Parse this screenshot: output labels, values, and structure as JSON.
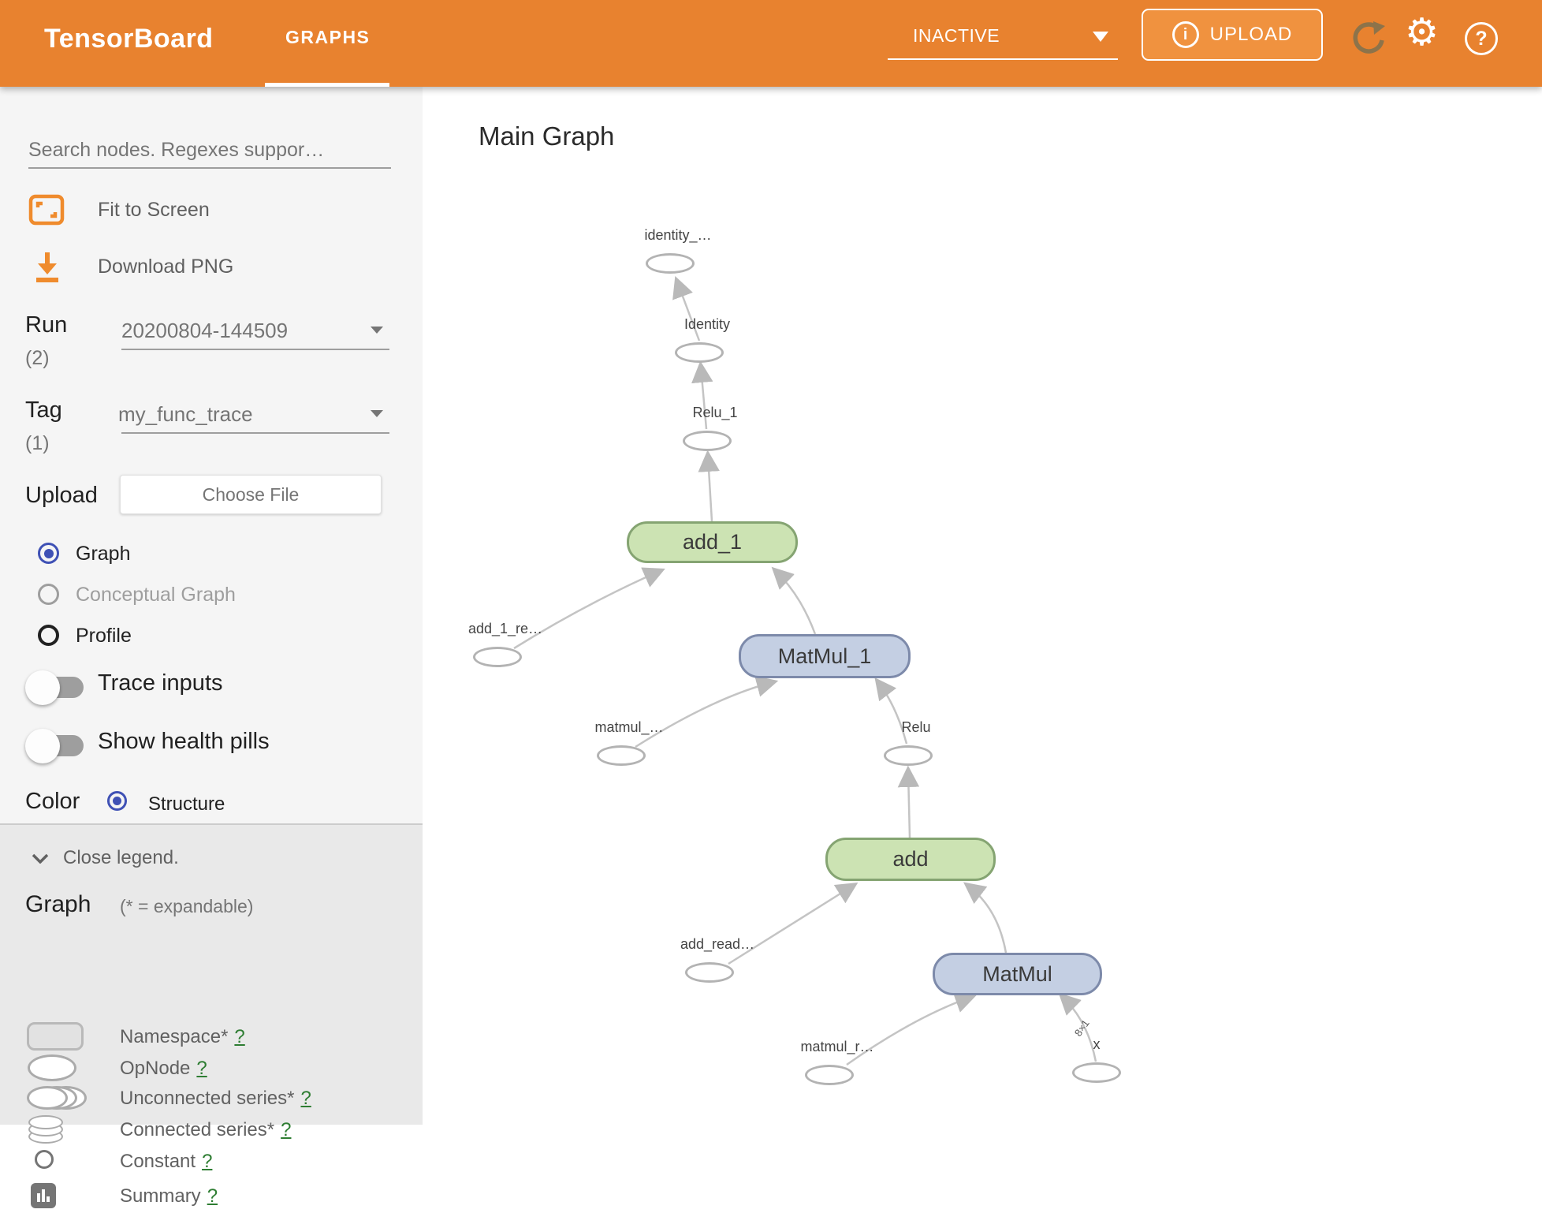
{
  "header": {
    "title": "TensorBoard",
    "tab": "GRAPHS",
    "status_value": "INACTIVE",
    "upload_label": "UPLOAD",
    "info_icon_glyph": "i",
    "help_glyph": "?",
    "gear_glyph": "⚙"
  },
  "sidebar": {
    "search_placeholder": "Search nodes. Regexes suppor…",
    "fit_to_screen": "Fit to Screen",
    "download_png": "Download PNG",
    "run": {
      "label": "Run",
      "count": "(2)",
      "value": "20200804-144509"
    },
    "tag": {
      "label": "Tag",
      "count": "(1)",
      "value": "my_func_trace"
    },
    "upload": {
      "label": "Upload",
      "button": "Choose File"
    },
    "views": [
      {
        "label": "Graph"
      },
      {
        "label": "Conceptual Graph"
      },
      {
        "label": "Profile"
      }
    ],
    "selected_view": "Graph",
    "toggles": [
      {
        "label": "Trace inputs",
        "on": false
      },
      {
        "label": "Show health pills",
        "on": false
      }
    ],
    "color": {
      "label": "Color",
      "option": "Structure"
    },
    "legend": {
      "close": "Close legend.",
      "heading": "Graph",
      "heading_note": "(* = expandable)",
      "items": [
        {
          "shape": "namespace",
          "label": "Namespace*",
          "help": "?"
        },
        {
          "shape": "opnode",
          "label": "OpNode",
          "help": "?"
        },
        {
          "shape": "unconnected-series",
          "label": "Unconnected series*",
          "help": "?"
        },
        {
          "shape": "connected-series",
          "label": "Connected series*",
          "help": "?"
        },
        {
          "shape": "constant",
          "label": "Constant",
          "help": "?"
        },
        {
          "shape": "summary",
          "label": "Summary",
          "help": "?"
        }
      ]
    }
  },
  "main": {
    "title": "Main Graph",
    "nodes": [
      {
        "label": "identity_…",
        "type": "opnode"
      },
      {
        "label": "Identity",
        "type": "opnode"
      },
      {
        "label": "Relu_1",
        "type": "opnode"
      },
      {
        "label": "add_1",
        "type": "namespace-green"
      },
      {
        "label": "add_1_re…",
        "type": "opnode"
      },
      {
        "label": "MatMul_1",
        "type": "namespace-blue"
      },
      {
        "label": "matmul_…",
        "type": "opnode"
      },
      {
        "label": "Relu",
        "type": "opnode"
      },
      {
        "label": "add",
        "type": "namespace-green"
      },
      {
        "label": "add_read…",
        "type": "opnode"
      },
      {
        "label": "MatMul",
        "type": "namespace-blue"
      },
      {
        "label": "matmul_r…",
        "type": "opnode"
      },
      {
        "label": "x",
        "type": "opnode"
      }
    ],
    "edge_shape_label": "8×1"
  },
  "colors": {
    "header_orange": "#e8822f",
    "upload_button_orange": "#f0923f",
    "accent_radio_blue": "#3f51b5",
    "node_green_fill": "#cce3b3",
    "node_green_border": "#85a472",
    "node_blue_fill": "#c4cfe3",
    "node_blue_border": "#7d8aaa",
    "edge_gray": "#c4c4c4",
    "help_link_green": "#2e7d32",
    "sidebar_bg": "#f5f5f5",
    "legend_bg": "#e9e9e9"
  }
}
